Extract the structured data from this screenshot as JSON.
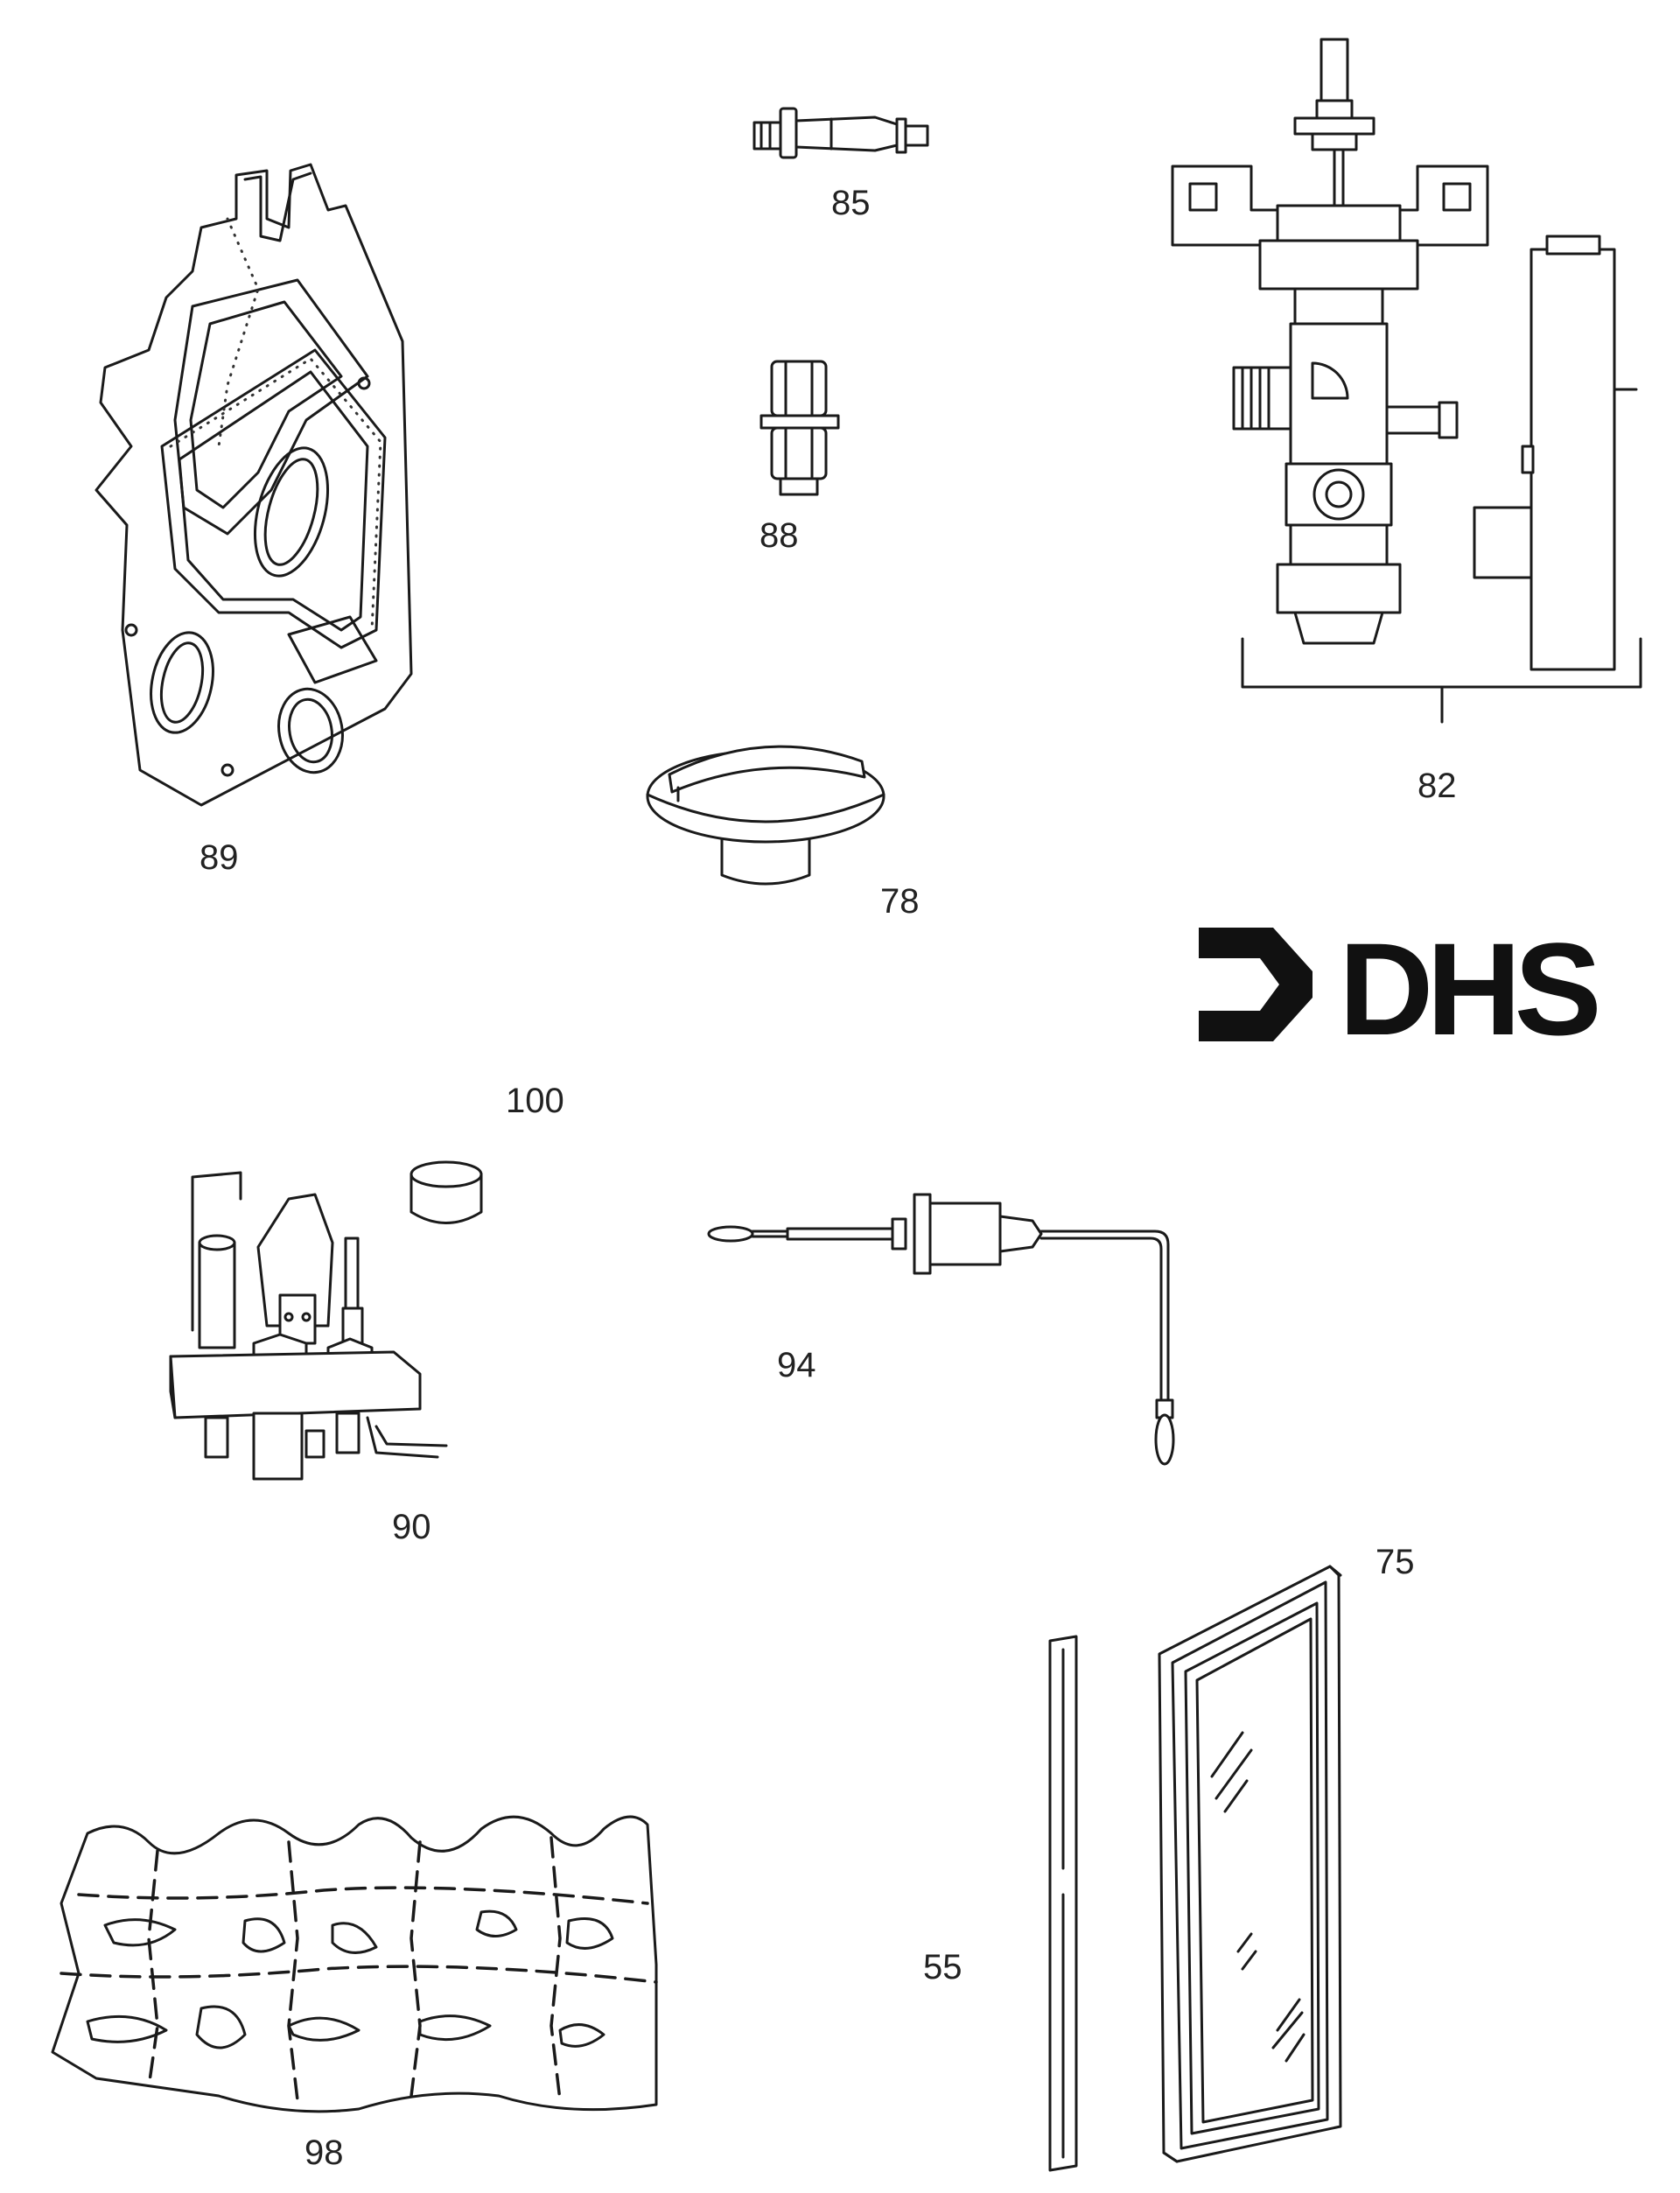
{
  "logo": {
    "text": "DHS"
  },
  "parts": [
    {
      "id": "89",
      "label": "89",
      "icon": "burner-plate-icon"
    },
    {
      "id": "85",
      "label": "85",
      "icon": "injector-icon"
    },
    {
      "id": "88",
      "label": "88",
      "icon": "fitting-icon"
    },
    {
      "id": "78",
      "label": "78",
      "icon": "control-knob-icon"
    },
    {
      "id": "82",
      "label": "82",
      "icon": "gas-valve-icon"
    },
    {
      "id": "100",
      "label": "100",
      "icon": "cap-icon"
    },
    {
      "id": "90",
      "label": "90",
      "icon": "pilot-assembly-icon"
    },
    {
      "id": "94",
      "label": "94",
      "icon": "thermocouple-icon"
    },
    {
      "id": "75",
      "label": "75",
      "icon": "glass-door-icon"
    },
    {
      "id": "55",
      "label": "55",
      "icon": "gasket-strip-icon"
    },
    {
      "id": "98",
      "label": "98",
      "icon": "ember-bed-icon"
    }
  ]
}
